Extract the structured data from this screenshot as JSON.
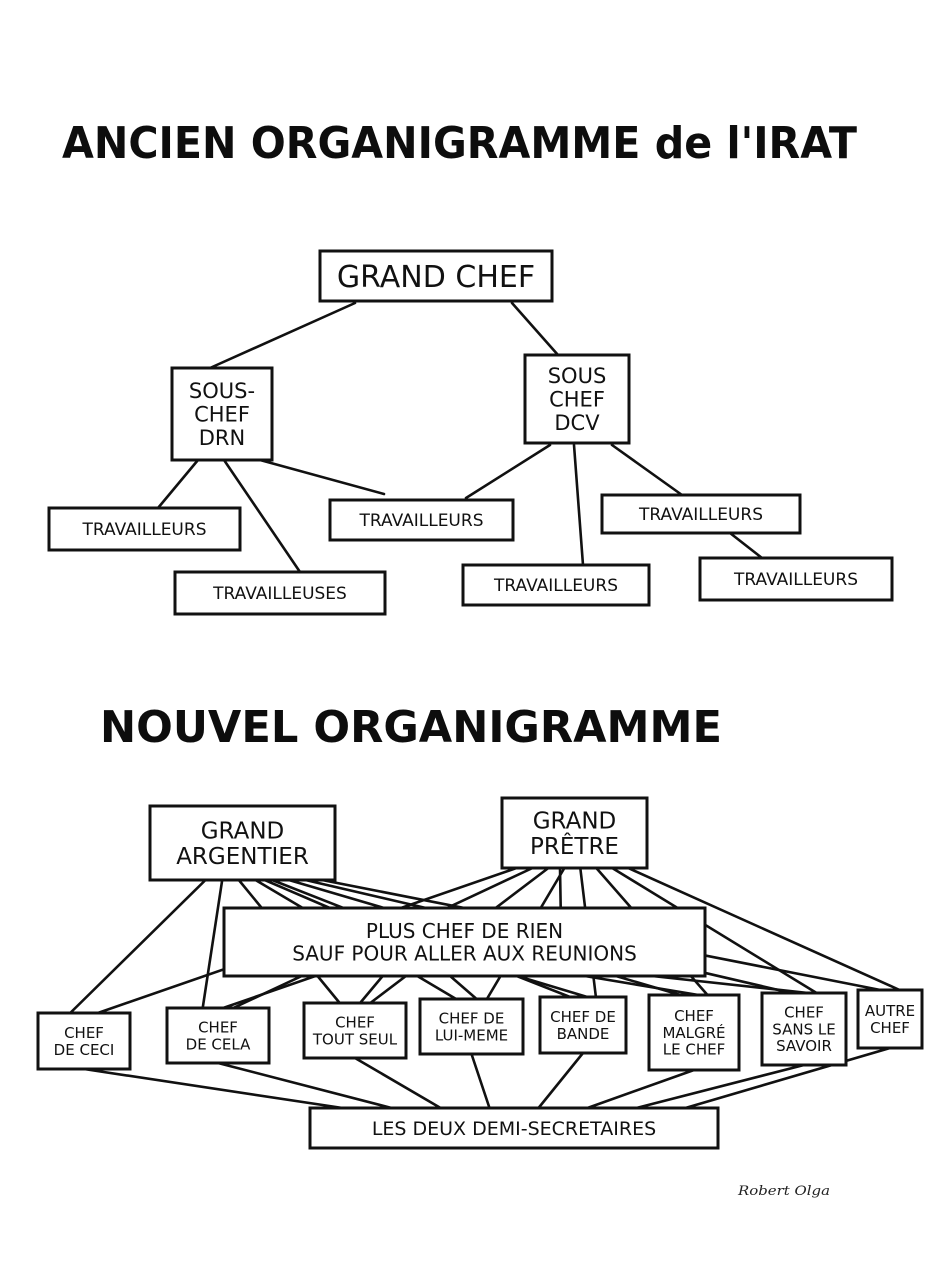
{
  "old_chart": {
    "title": "ANCIEN ORGANIGRAMME de l'IRAT",
    "nodes": [
      {
        "id": "grand-chef",
        "lines": [
          "GRAND CHEF"
        ]
      },
      {
        "id": "sous-chef-drn",
        "lines": [
          "SOUS-",
          "CHEF",
          "DRN"
        ]
      },
      {
        "id": "sous-chef-dcv",
        "lines": [
          "SOUS",
          "CHEF",
          "DCV"
        ]
      },
      {
        "id": "travailleurs-1",
        "lines": [
          "TRAVAILLEURS"
        ]
      },
      {
        "id": "travailleuses",
        "lines": [
          "TRAVAILLEUSES"
        ]
      },
      {
        "id": "travailleurs-2",
        "lines": [
          "TRAVAILLEURS"
        ]
      },
      {
        "id": "travailleurs-3",
        "lines": [
          "TRAVAILLEURS"
        ]
      },
      {
        "id": "travailleurs-4",
        "lines": [
          "TRAVAILLEURS"
        ]
      },
      {
        "id": "travailleurs-5",
        "lines": [
          "TRAVAILLEURS"
        ]
      }
    ],
    "edges": [
      [
        "grand-chef",
        "sous-chef-drn"
      ],
      [
        "grand-chef",
        "sous-chef-dcv"
      ],
      [
        "sous-chef-drn",
        "travailleurs-1"
      ],
      [
        "sous-chef-drn",
        "travailleuses"
      ],
      [
        "sous-chef-drn",
        "travailleurs-2"
      ],
      [
        "sous-chef-dcv",
        "travailleurs-2"
      ],
      [
        "sous-chef-dcv",
        "travailleurs-3"
      ],
      [
        "sous-chef-dcv",
        "travailleurs-4"
      ],
      [
        "travailleurs-4",
        "travailleurs-5"
      ]
    ]
  },
  "new_chart": {
    "title": "NOUVEL ORGANIGRAMME",
    "nodes": [
      {
        "id": "grand-argentier",
        "lines": [
          "GRAND",
          "ARGENTIER"
        ]
      },
      {
        "id": "grand-pretre",
        "lines": [
          "GRAND",
          "PRÊTRE"
        ]
      },
      {
        "id": "plus-chef-de-rien",
        "lines": [
          "PLUS CHEF DE RIEN",
          "SAUF POUR ALLER AUX REUNIONS"
        ]
      },
      {
        "id": "chef-de-ceci",
        "lines": [
          "CHEF",
          "DE CECI"
        ]
      },
      {
        "id": "chef-de-cela",
        "lines": [
          "CHEF",
          "DE CELA"
        ]
      },
      {
        "id": "chef-tout-seul",
        "lines": [
          "CHEF",
          "TOUT SEUL"
        ]
      },
      {
        "id": "chef-de-lui-meme",
        "lines": [
          "CHEF DE",
          "LUI-MEME"
        ]
      },
      {
        "id": "chef-de-bande",
        "lines": [
          "CHEF DE",
          "BANDE"
        ]
      },
      {
        "id": "chef-malgre-le-chef",
        "lines": [
          "CHEF",
          "MALGRÉ",
          "LE CHEF"
        ]
      },
      {
        "id": "chef-sans-le-savoir",
        "lines": [
          "CHEF",
          "SANS LE",
          "SAVOIR"
        ]
      },
      {
        "id": "autre-chef",
        "lines": [
          "AUTRE",
          "CHEF"
        ]
      },
      {
        "id": "demi-secretaires",
        "lines": [
          "LES DEUX DEMI-SECRETAIRES"
        ]
      }
    ],
    "edges": [
      [
        "grand-argentier",
        "plus-chef-de-rien"
      ],
      [
        "grand-pretre",
        "plus-chef-de-rien"
      ],
      [
        "grand-argentier",
        "chef-de-ceci"
      ],
      [
        "grand-argentier",
        "chef-de-cela"
      ],
      [
        "grand-argentier",
        "chef-tout-seul"
      ],
      [
        "grand-argentier",
        "chef-de-lui-meme"
      ],
      [
        "grand-argentier",
        "chef-de-bande"
      ],
      [
        "grand-argentier",
        "chef-malgre-le-chef"
      ],
      [
        "grand-argentier",
        "chef-sans-le-savoir"
      ],
      [
        "grand-argentier",
        "autre-chef"
      ],
      [
        "grand-pretre",
        "chef-de-ceci"
      ],
      [
        "grand-pretre",
        "chef-de-cela"
      ],
      [
        "grand-pretre",
        "chef-tout-seul"
      ],
      [
        "grand-pretre",
        "chef-de-lui-meme"
      ],
      [
        "grand-pretre",
        "chef-de-bande"
      ],
      [
        "grand-pretre",
        "chef-malgre-le-chef"
      ],
      [
        "grand-pretre",
        "chef-sans-le-savoir"
      ],
      [
        "grand-pretre",
        "autre-chef"
      ],
      [
        "plus-chef-de-rien",
        "chef-de-cela"
      ],
      [
        "plus-chef-de-rien",
        "chef-tout-seul"
      ],
      [
        "plus-chef-de-rien",
        "chef-de-lui-meme"
      ],
      [
        "plus-chef-de-rien",
        "chef-de-bande"
      ],
      [
        "plus-chef-de-rien",
        "chef-malgre-le-chef"
      ],
      [
        "plus-chef-de-rien",
        "chef-sans-le-savoir"
      ],
      [
        "chef-de-ceci",
        "demi-secretaires"
      ],
      [
        "chef-de-cela",
        "demi-secretaires"
      ],
      [
        "chef-tout-seul",
        "demi-secretaires"
      ],
      [
        "chef-de-lui-meme",
        "demi-secretaires"
      ],
      [
        "chef-de-bande",
        "demi-secretaires"
      ],
      [
        "chef-malgre-le-chef",
        "demi-secretaires"
      ],
      [
        "chef-sans-le-savoir",
        "demi-secretaires"
      ],
      [
        "autre-chef",
        "demi-secretaires"
      ]
    ]
  },
  "signature": "Robert Olga"
}
